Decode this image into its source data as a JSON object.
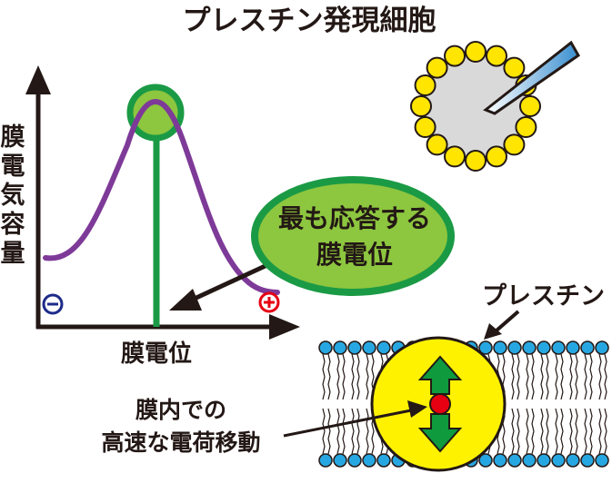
{
  "title": "プレスチン発現細胞",
  "graph": {
    "y_axis_label": [
      "膜",
      "電",
      "気",
      "容",
      "量"
    ],
    "x_axis_label": "膜電位",
    "negative_symbol": "⊖",
    "positive_symbol": "⊕"
  },
  "callout": {
    "line1": "最も応答する",
    "line2": "膜電位"
  },
  "prestin_label": "プレスチン",
  "membrane_annotation": {
    "line1": "膜内での",
    "line2": "高速な電荷移動"
  },
  "colors": {
    "curve": "#7e3a98",
    "peak_line": "#1b9a45",
    "callout_fill": "#8dc63f",
    "callout_border": "#1b9a45",
    "cell_fill": "#d9d9d9",
    "bead": "#ffe500",
    "membrane_head": "#27a7e1",
    "prestin_fill": "#fff200",
    "arrow": "#0f9a3e",
    "charge": "#e60012",
    "neg": "#1d2a8a",
    "pos": "#e60012",
    "pipette": "#3a8fd0"
  },
  "icons": {
    "pipette": "pipette-icon",
    "up_arrow": "up-arrow-icon",
    "down_arrow": "down-arrow-icon"
  }
}
